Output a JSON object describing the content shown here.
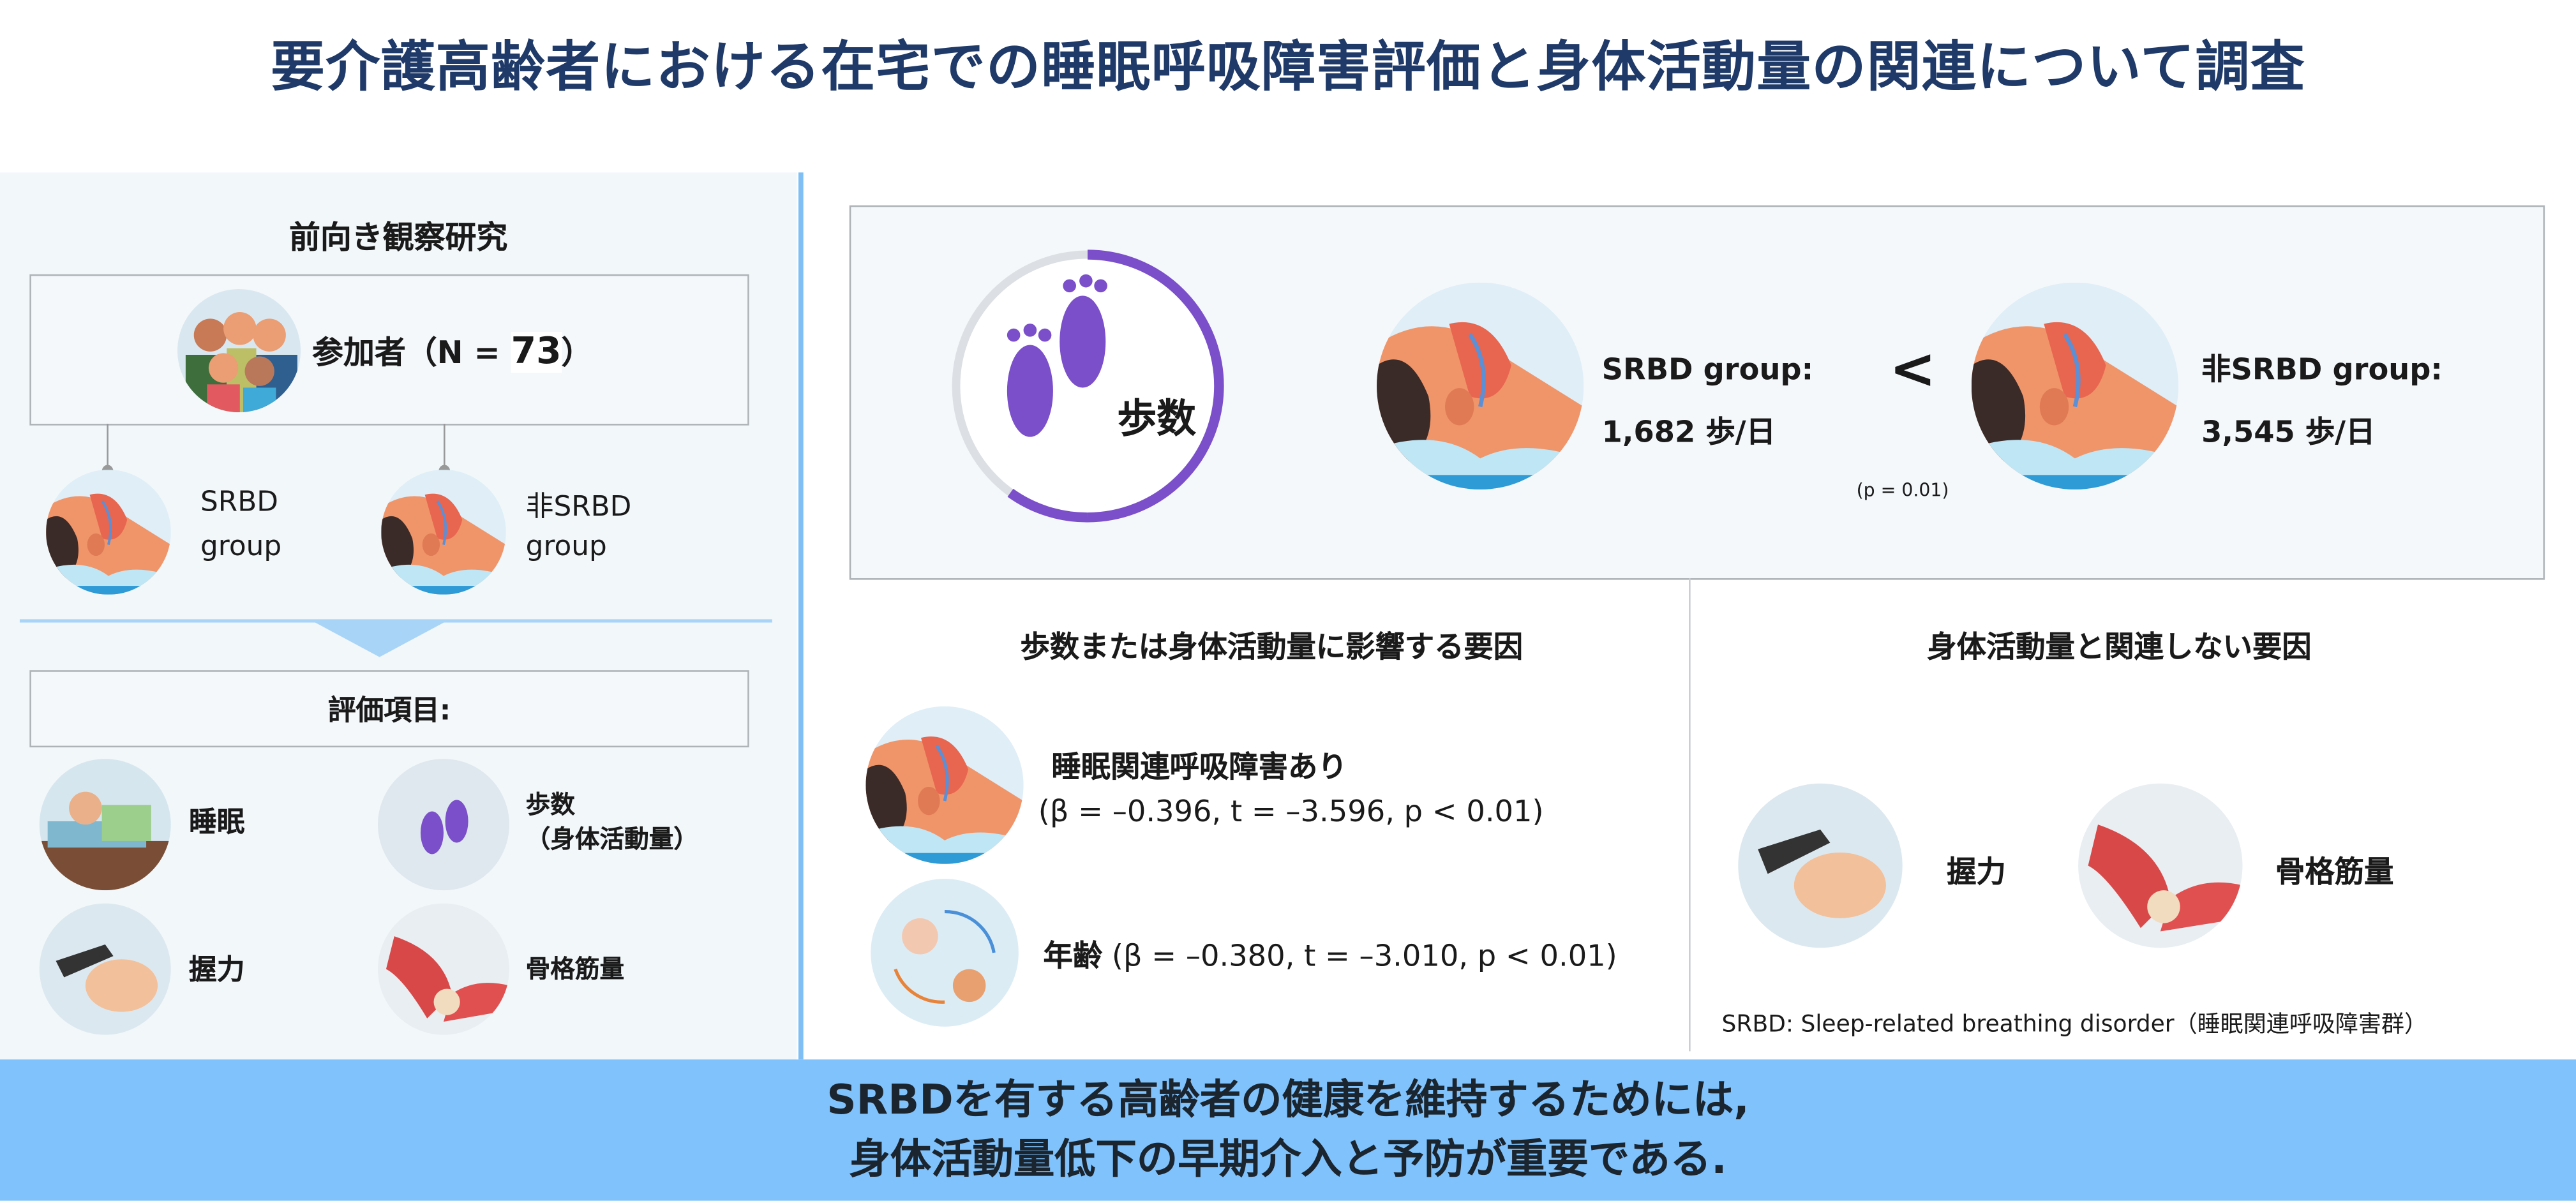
{
  "title": "要介護高齢者における在宅での睡眠呼吸障害評価と身体活動量の関連について調査",
  "left": {
    "study_type": "前向き観察研究",
    "participants_label": "参加者（N = ",
    "participants_n": "73",
    "participants_close": "）",
    "groups": [
      {
        "line1": "SRBD",
        "line2": "group"
      },
      {
        "line1": "非SRBD",
        "line2": "group"
      }
    ],
    "eval_title": "評価項目:",
    "eval_items": [
      {
        "label": "睡眠",
        "sub": ""
      },
      {
        "label": "歩数",
        "sub": "（身体活動量）"
      },
      {
        "label": "握力",
        "sub": ""
      },
      {
        "label": "骨格筋量",
        "sub": ""
      }
    ]
  },
  "steps": {
    "label": "歩数",
    "srbd_name": "SRBD group:",
    "srbd_value": "1,682 歩/日",
    "comparison": "<",
    "p_value": "(p = 0.01)",
    "non_srbd_name": "非SRBD group:",
    "non_srbd_value": "3,545 歩/日"
  },
  "factors": {
    "title": "歩数または身体活動量に影響する要因",
    "items": [
      {
        "label": "睡眠関連呼吸障害あり",
        "stats": "(β = –0.396, t = –3.596, p < 0.01)"
      },
      {
        "label": "年齢",
        "stats": "(β = –0.380, t = –3.010, p < 0.01)"
      }
    ]
  },
  "unrelated": {
    "title": "身体活動量と関連しない要因",
    "items": [
      "握力",
      "骨格筋量"
    ]
  },
  "footnote": "SRBD: Sleep-related breathing disorder（睡眠関連呼吸障害群）",
  "conclusion": {
    "line1": "SRBDを有する高齢者の健康を維持するためには,",
    "line2": "身体活動量低下の早期介入と予防が重要である."
  },
  "colors": {
    "title": "#1f3a68",
    "banner": "#80c2fb",
    "accent_purple": "#7b4fc9",
    "divider": "#7fbff5"
  }
}
